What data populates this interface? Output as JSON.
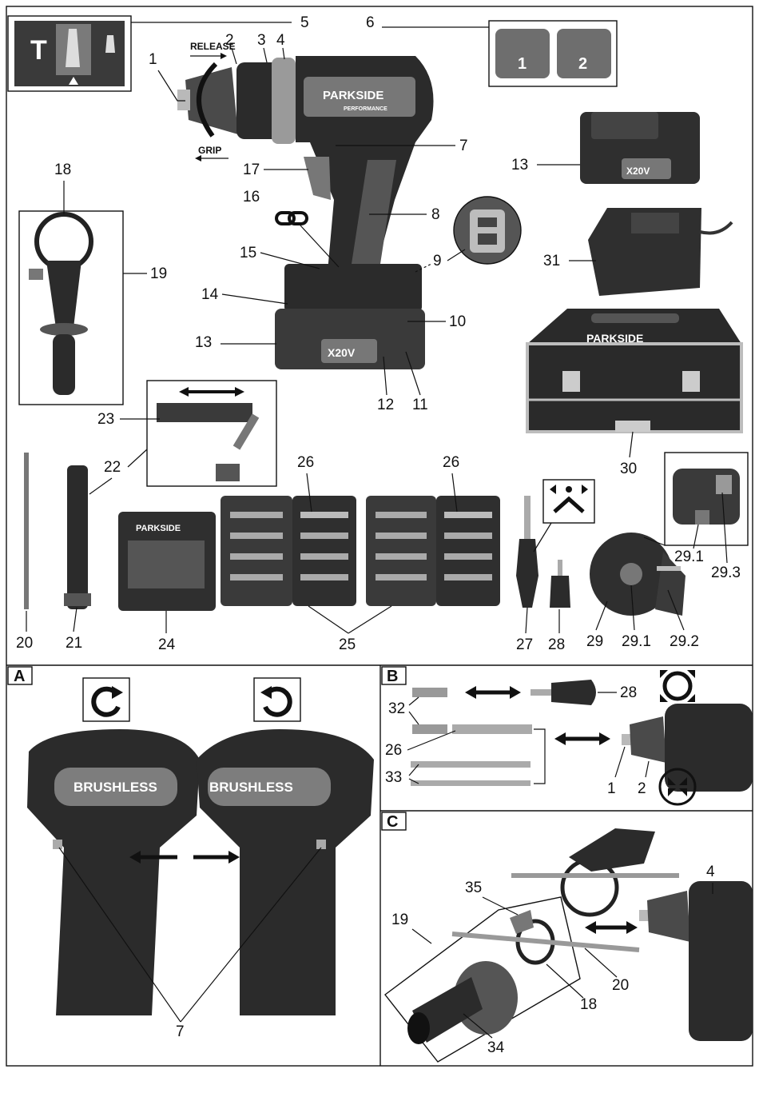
{
  "brand": "PARKSIDE",
  "brand_sub": "PERFORMANCE",
  "battery_mark": "X20V",
  "brushless_label": "BRUSHLESS",
  "release_label": "RELEASE",
  "grip_label": "GRIP",
  "inset_5_symbols": [
    "T"
  ],
  "gear_buttons": [
    "1",
    "2"
  ],
  "panels": [
    "A",
    "B",
    "C"
  ],
  "callouts": {
    "c1": "1",
    "c2": "2",
    "c3": "3",
    "c4": "4",
    "c5": "5",
    "c6": "6",
    "c7": "7",
    "c8": "8",
    "c9": "9",
    "c10": "10",
    "c11": "11",
    "c12": "12",
    "c13": "13",
    "c14": "14",
    "c15": "15",
    "c16": "16",
    "c17": "17",
    "c18": "18",
    "c19": "19",
    "c20": "20",
    "c21": "21",
    "c22": "22",
    "c23": "23",
    "c24": "24",
    "c25": "25",
    "c26": "26",
    "c27": "27",
    "c28": "28",
    "c29": "29",
    "c29_1": "29.1",
    "c29_2": "29.2",
    "c29_3": "29.3",
    "c30": "30",
    "c31": "31",
    "c32": "32",
    "c33": "33",
    "c34": "34",
    "c35": "35"
  },
  "colors": {
    "body": "#2b2b2b",
    "accent": "#8a8a8a",
    "line": "#111111"
  }
}
